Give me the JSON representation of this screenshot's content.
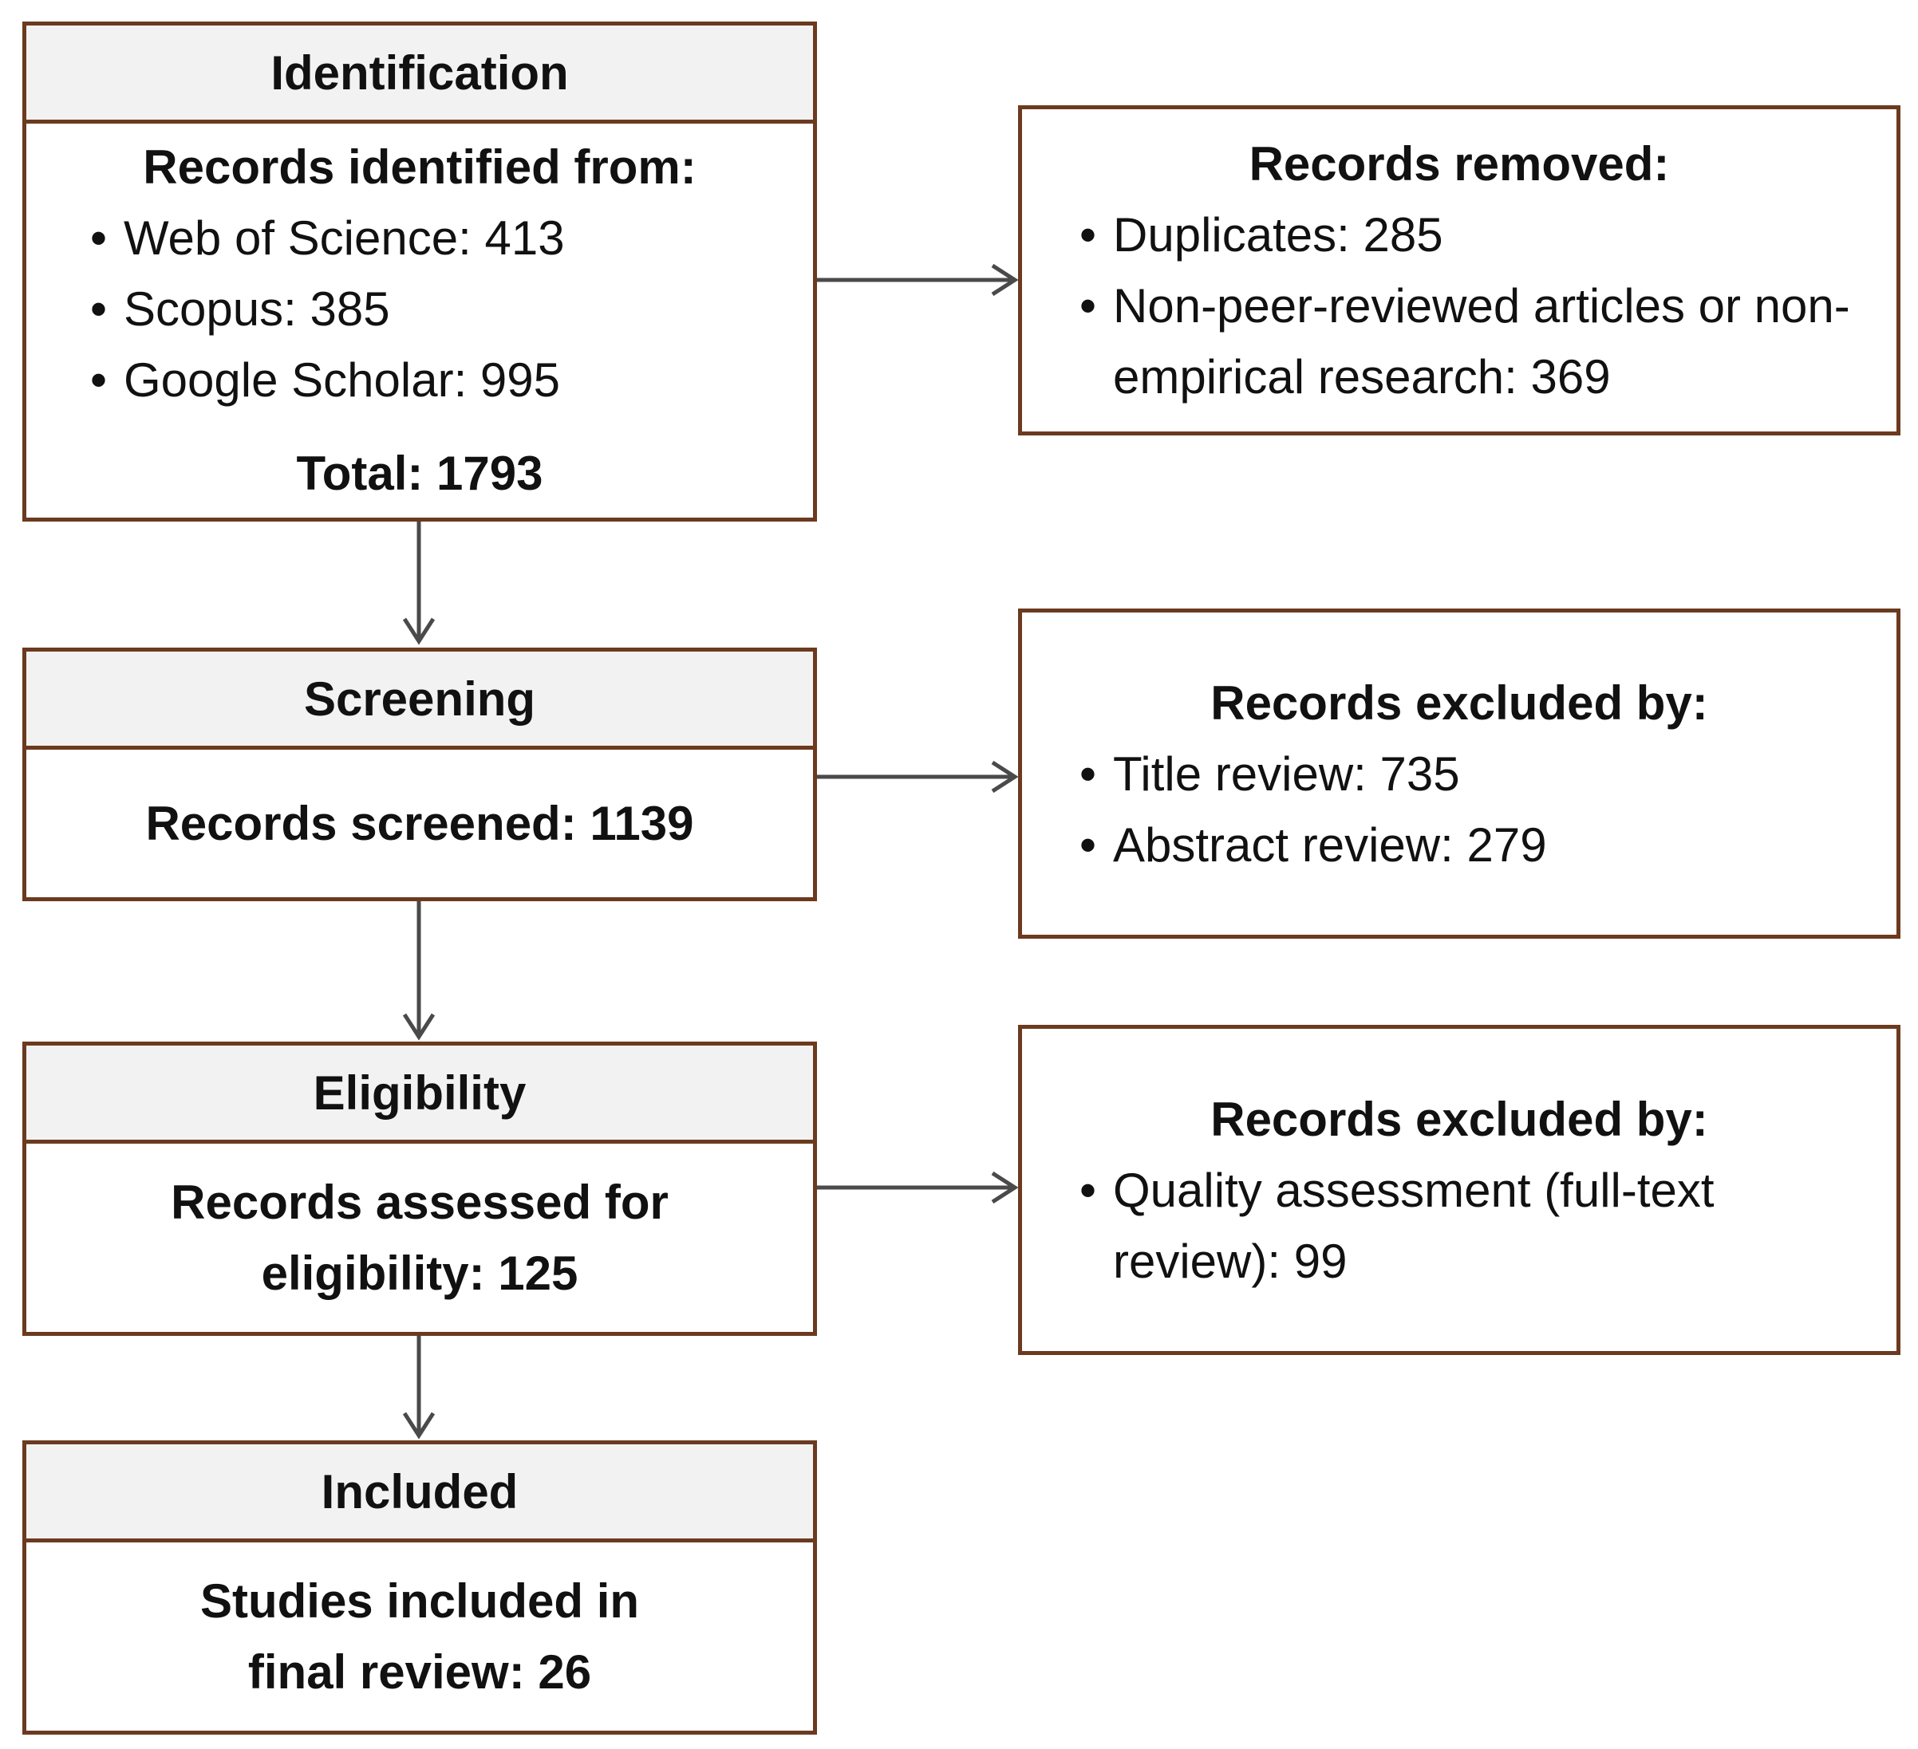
{
  "identification": {
    "header": "Identification",
    "lead": "Records identified from:",
    "sources": [
      "Web of Science: 413",
      "Scopus: 385",
      "Google Scholar: 995"
    ],
    "total": "Total: 1793"
  },
  "removed": {
    "title": "Records removed:",
    "items": [
      "Duplicates: 285",
      "Non-peer-reviewed articles or non-empirical research: 369"
    ]
  },
  "screening": {
    "header": "Screening",
    "body": "Records screened: 1139"
  },
  "screening_excluded": {
    "title": "Records excluded by:",
    "items": [
      "Title review: 735",
      "Abstract review: 279"
    ]
  },
  "eligibility": {
    "header": "Eligibility",
    "body": "Records assessed for eligibility: 125"
  },
  "eligibility_excluded": {
    "title": "Records excluded by:",
    "items": [
      "Quality assessment (full-text review): 99"
    ]
  },
  "included": {
    "header": "Included",
    "body": "Studies included in final review: 26"
  },
  "colors": {
    "border": "#6b3a1f",
    "header_fill": "#f2f2f2",
    "arrow": "#4a4a4a"
  }
}
